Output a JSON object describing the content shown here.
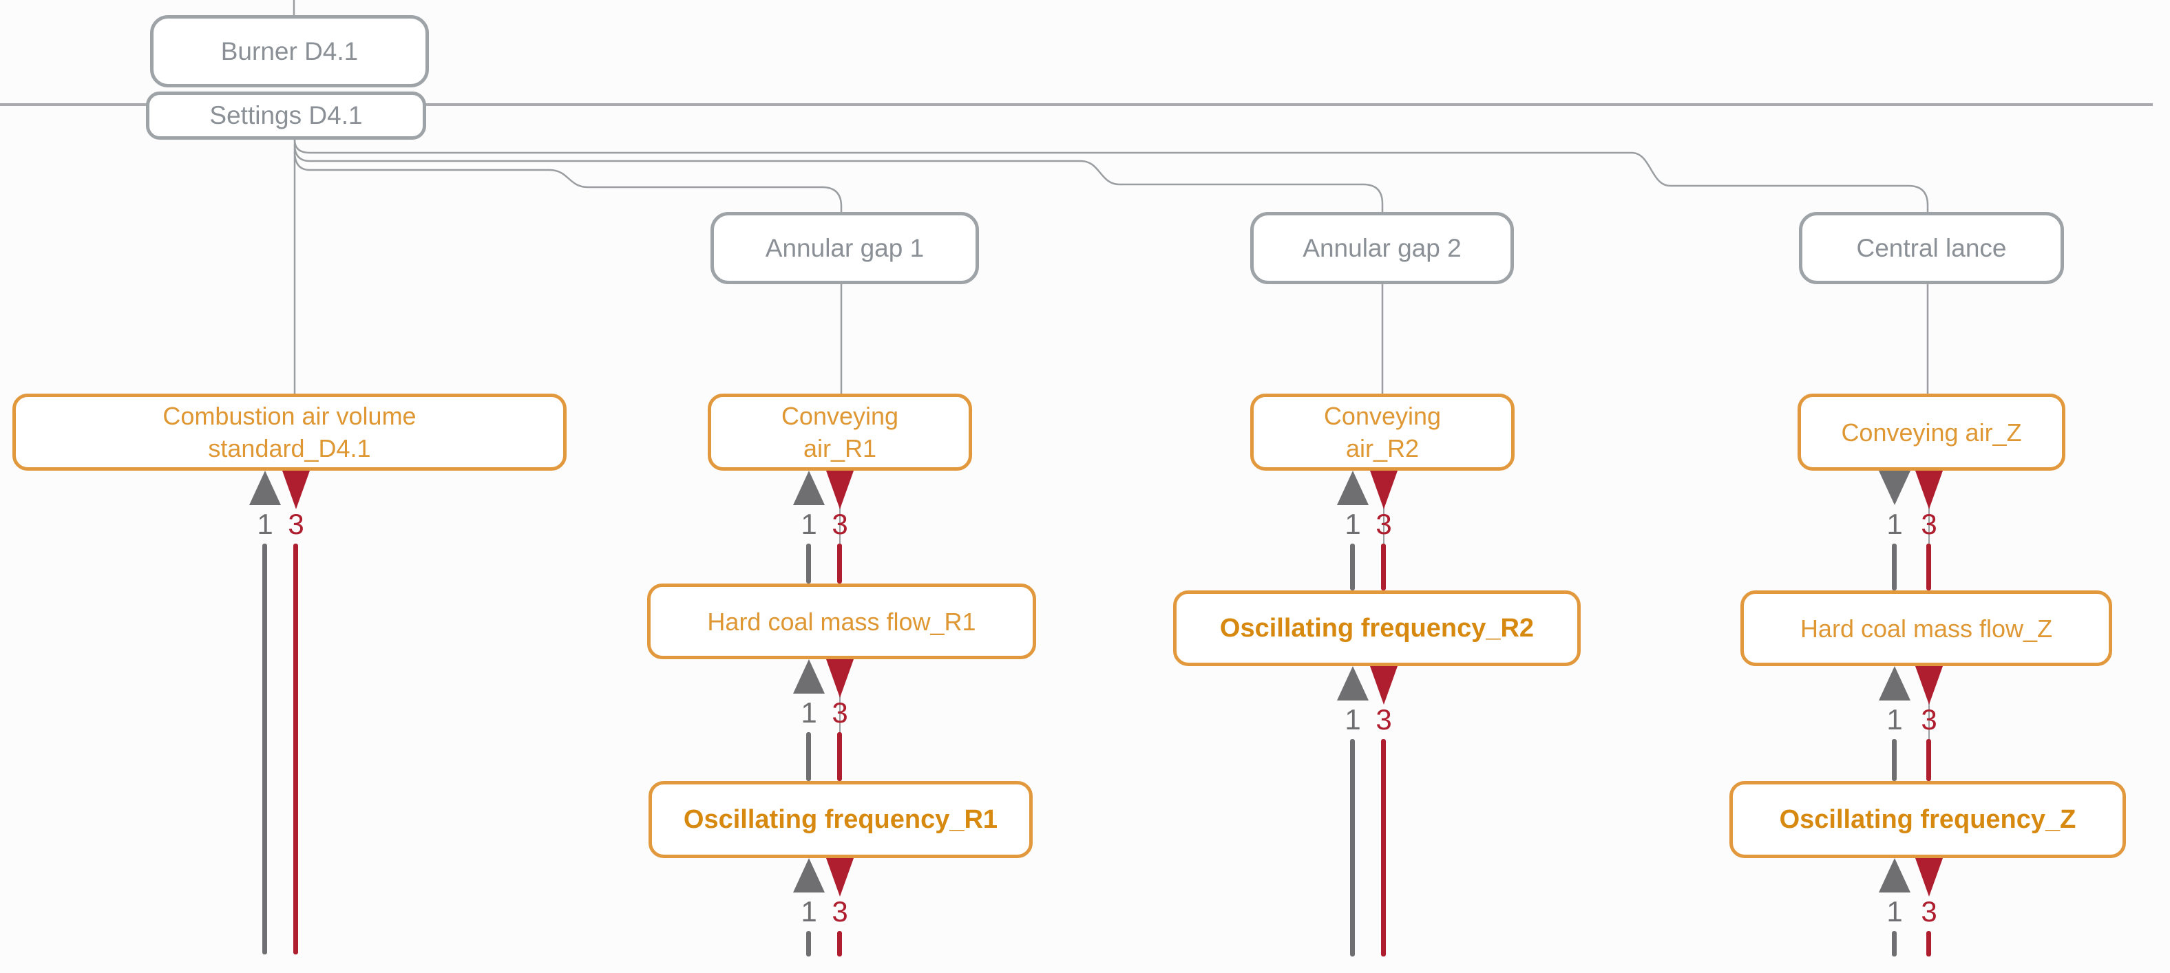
{
  "colors": {
    "background": "#fcfcfc",
    "orange_border": "#e2983c",
    "orange_text": "#de9732",
    "orange_text_bold": "#d6890e",
    "red": "#af1e2f",
    "dark_gray": "#6f6f72",
    "gray_border": "#9ea3a8",
    "gray_text": "#8a9095",
    "thin_line": "#9b9ea1",
    "main_line": "#a8aaad"
  },
  "nodes": {
    "burner": {
      "label": "Burner D4.1"
    },
    "settings": {
      "label": "Settings D4.1"
    },
    "annular_gap_1": {
      "label": "Annular gap 1"
    },
    "annular_gap_2": {
      "label": "Annular gap 2"
    },
    "central_lance": {
      "label": "Central lance"
    },
    "combustion_air": {
      "line1": "Combustion air volume",
      "line2": "standard_D4.1"
    },
    "conveying_air_r1": {
      "line1": "Conveying",
      "line2": "air_R1"
    },
    "conveying_air_r2": {
      "line1": "Conveying",
      "line2": "air_R2"
    },
    "conveying_air_z": {
      "label": "Conveying air_Z"
    },
    "hard_coal_mass_flow_r1": {
      "label": "Hard coal mass flow_R1"
    },
    "hard_coal_mass_flow_z": {
      "label": "Hard coal mass flow_Z"
    },
    "oscillating_frequency_r1": {
      "label": "Oscillating frequency_R1"
    },
    "oscillating_frequency_r2": {
      "label": "Oscillating frequency_R2"
    },
    "oscillating_frequency_z": {
      "label": "Oscillating frequency_Z"
    }
  },
  "connector_labels": {
    "up": "1",
    "down": "3"
  }
}
